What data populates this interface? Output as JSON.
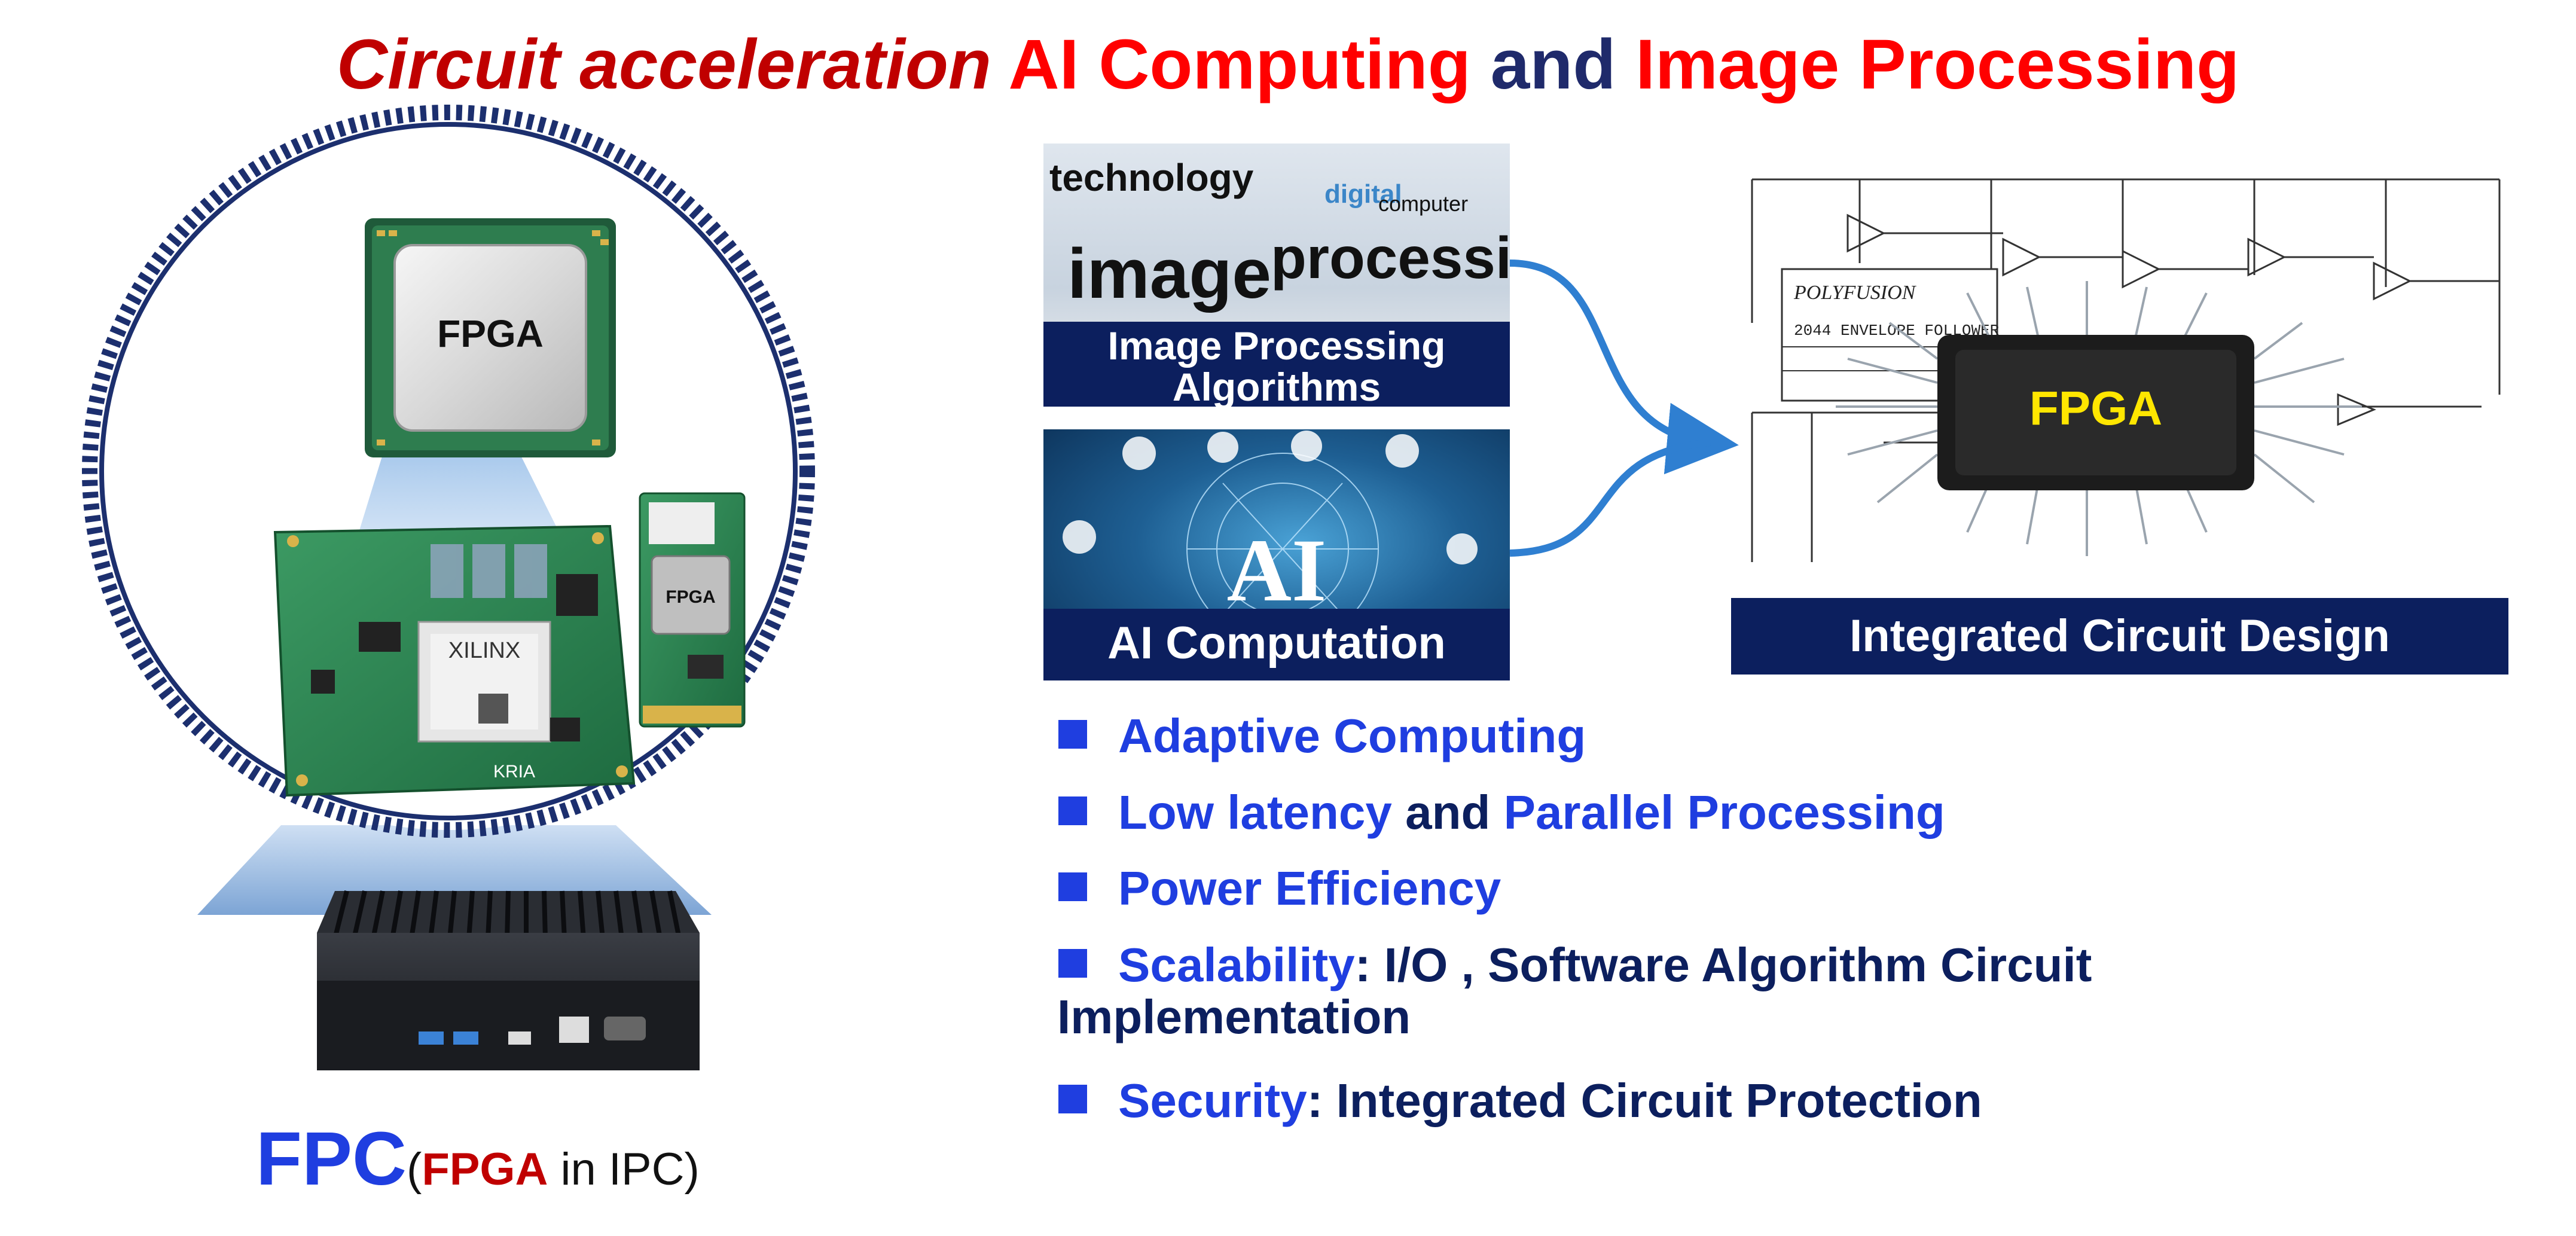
{
  "title": {
    "part1": "Circuit acceleration",
    "part2": "AI Computing",
    "part3": "and",
    "part4": "Image Processing"
  },
  "left": {
    "chip_label": "FPGA",
    "board_brand": "XILINX",
    "board_product": "KRIA",
    "m2_label": "FPGA",
    "fpc_label": "FPC",
    "fpc_paren_open": "(",
    "fpc_fpga": "FPGA",
    "fpc_rest": " in IPC)"
  },
  "cards": {
    "image_processing": {
      "word1": "technology",
      "word2": "image",
      "word3": "processing",
      "word4": "digital",
      "word5": "computer",
      "banner": "Image Processing Algorithms"
    },
    "ai": {
      "center_text": "AI",
      "banner": "AI Computation"
    }
  },
  "schematic": {
    "company": "POLYFUSION",
    "doc_title": "2044 ENVELOPE FOLLOWER",
    "chip_label": "FPGA",
    "banner": "Integrated Circuit Design"
  },
  "bullets": [
    {
      "hl1": "Adaptive Computing"
    },
    {
      "hl1": "Low latency",
      "mid": " and ",
      "hl2": "Parallel Processing"
    },
    {
      "hl1": "Power Efficiency"
    },
    {
      "hl1": "Scalability",
      "rest": ": I/O , Software Algorithm Circuit",
      "cont": "Implementation"
    },
    {
      "hl1": "Security",
      "rest": ": Integrated Circuit Protection"
    }
  ],
  "colors": {
    "navy": "#0c1f5e",
    "bullet_blue": "#1f3ee0",
    "title_red": "#ff0000",
    "title_dark_red": "#c00000",
    "arrow_blue": "#2f7fd1"
  }
}
